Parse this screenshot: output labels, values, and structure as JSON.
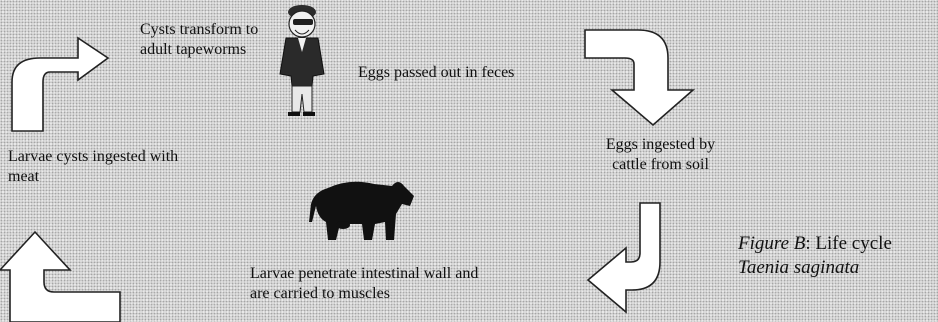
{
  "diagram": {
    "steps": [
      {
        "text": "Cysts transform to adult tapeworms"
      },
      {
        "text": "Eggs passed out in feces"
      },
      {
        "text": "Eggs ingested by cattle from soil"
      },
      {
        "text": "Larvae penetrate intestinal wall and are carried to muscles"
      },
      {
        "text": "Larvae cysts ingested with meat"
      }
    ],
    "caption": {
      "figure_label": "Figure B",
      "rest": ": Life cycle",
      "species": "Taenia saginata"
    },
    "icons": [
      "human-figure-icon",
      "cow-icon"
    ],
    "colors": {
      "background": "#dcdcdc",
      "arrow_fill": "#ffffff",
      "outline": "#222222"
    }
  }
}
